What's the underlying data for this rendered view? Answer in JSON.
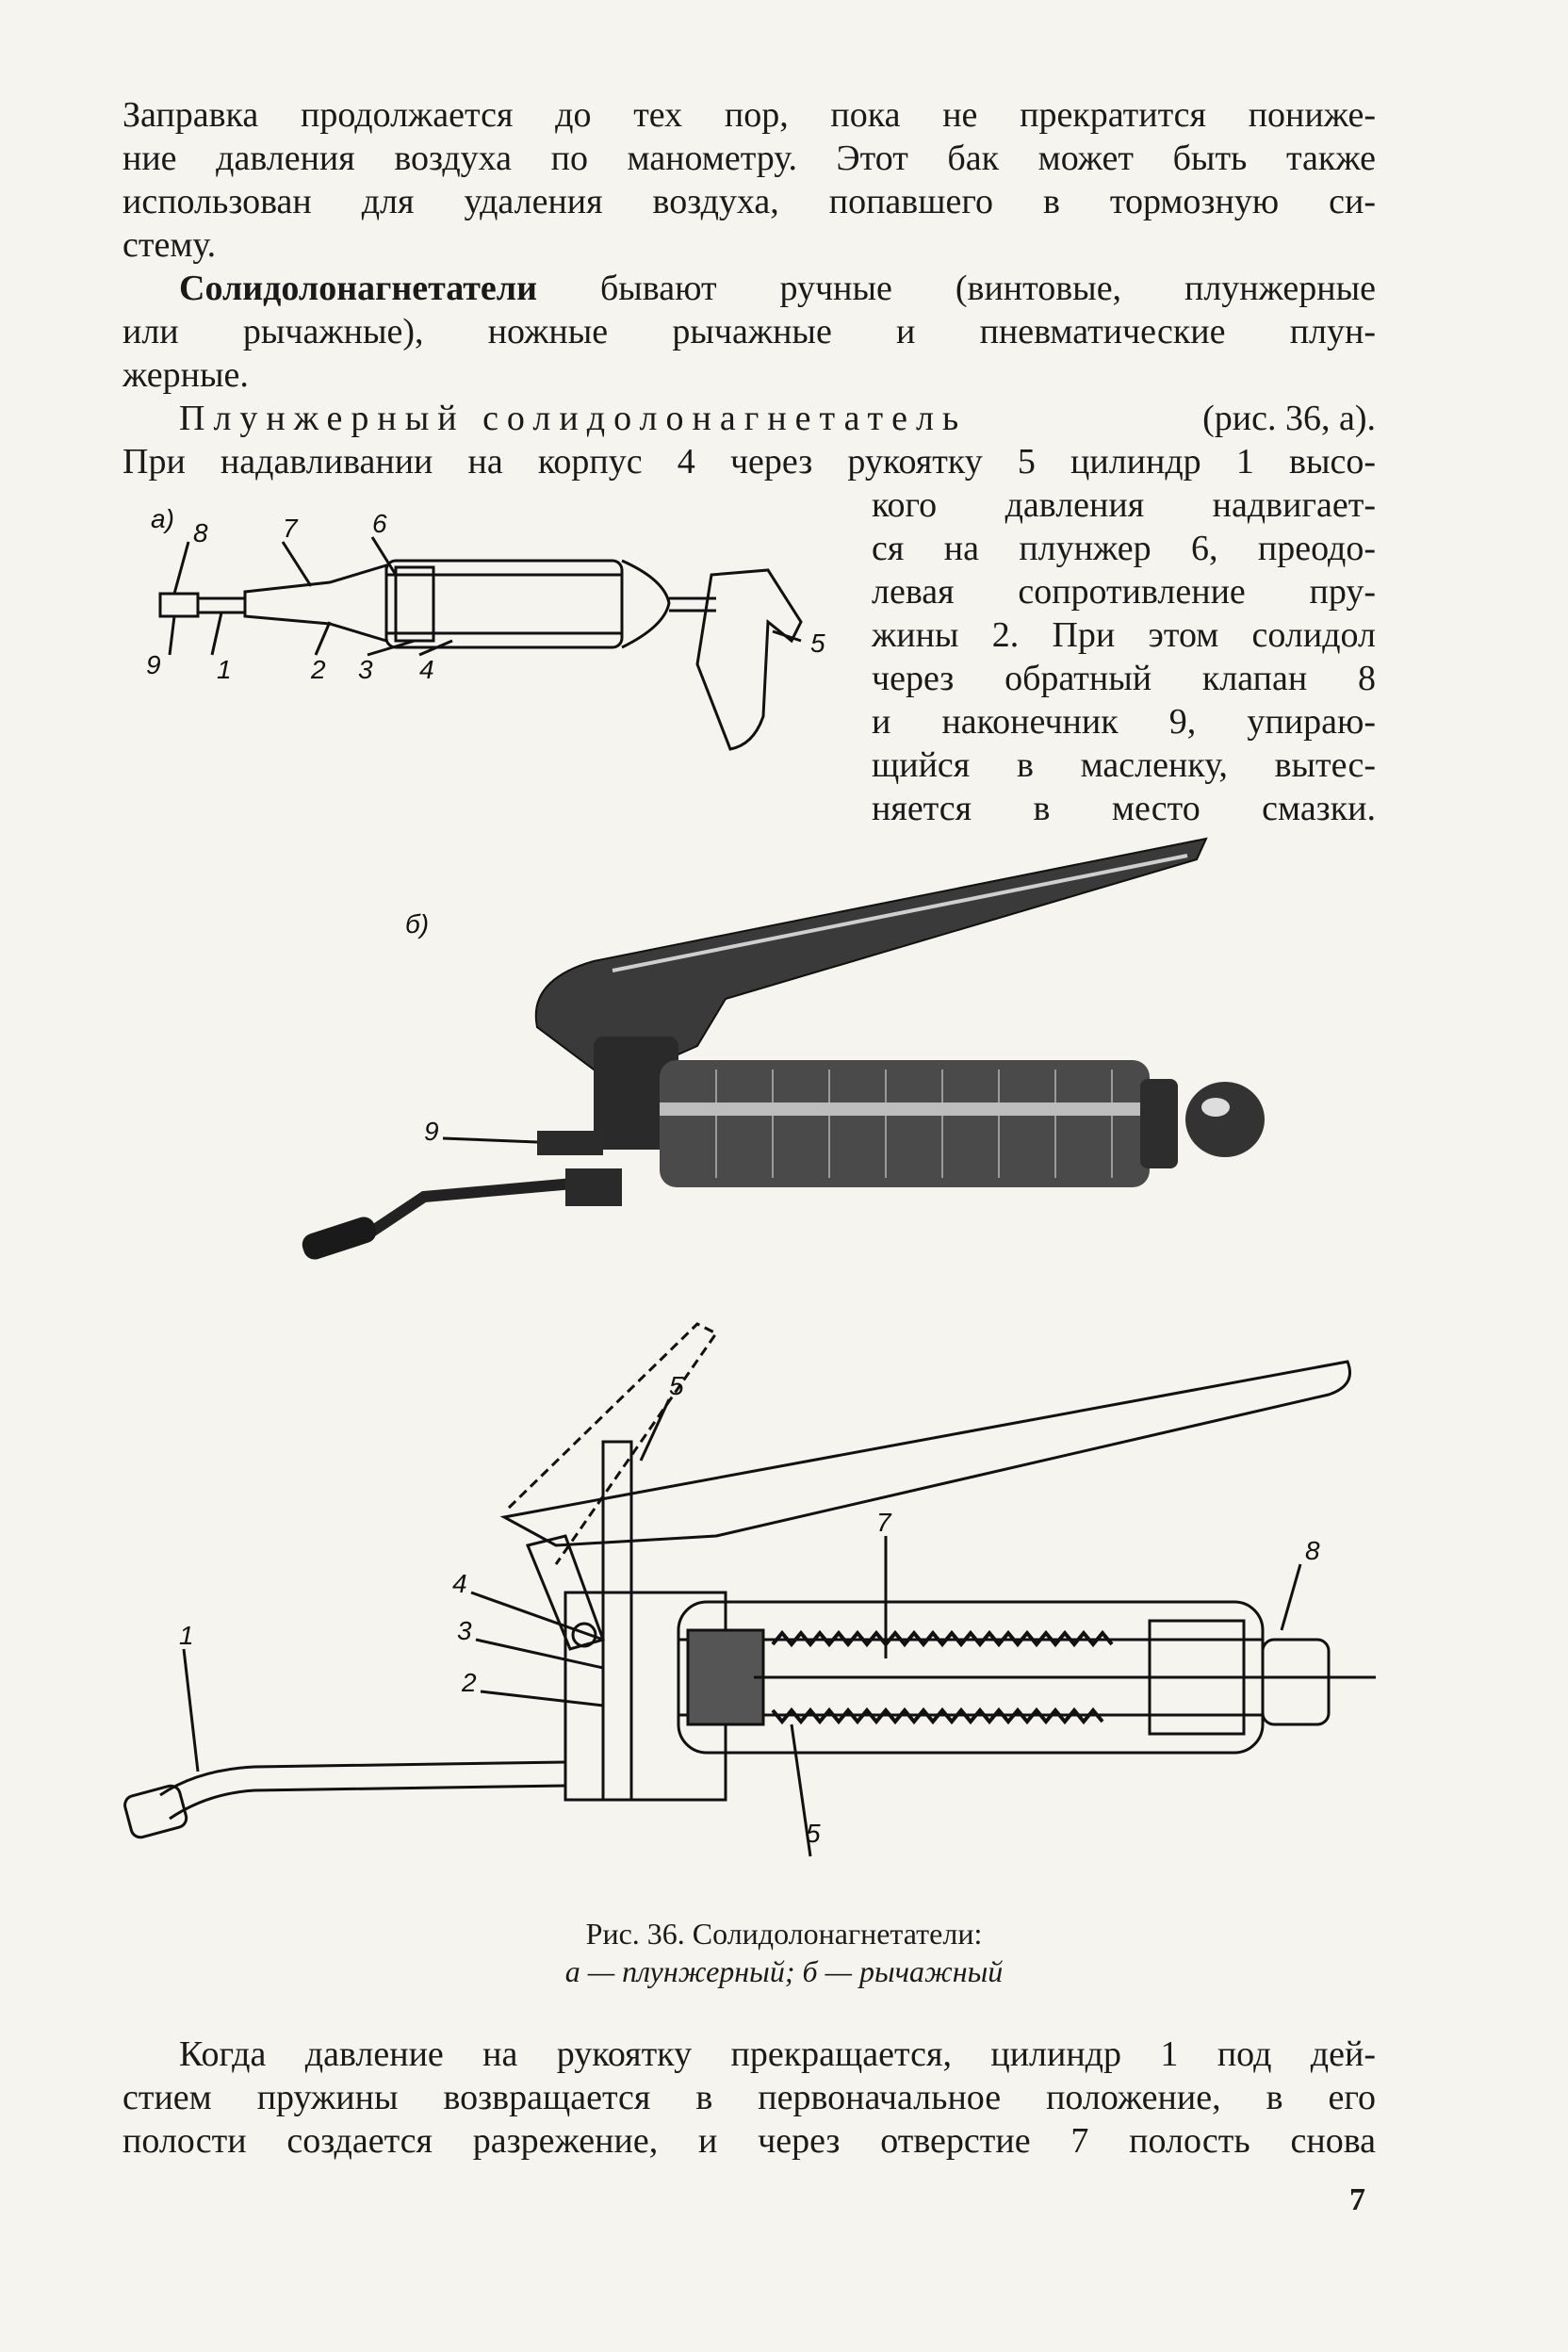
{
  "text": {
    "p1": [
      "Заправка продолжается до тех пор, пока не прекратится пониже-",
      "ние давления воздуха по манометру. Этот бак может быть также",
      "использован для удаления воздуха, попавшего в тормозную си-",
      "стему."
    ],
    "p2_bold": "Солидолонагнетатели",
    "p2": [
      " бывают ручные (винтовые, плунжерные",
      "или рычажные), ножные рычажные и пневматические плун-",
      "жерные."
    ],
    "p3_heading": "Плунжерный солидолонагнетатель",
    "p3_ref": "(рис. 36, а).",
    "p3": [
      "При надавливании на корпус 4 через рукоятку 5 цилиндр 1 высо-",
      "кого давления надвигает-",
      "ся на плунжер 6, преодо-",
      "левая сопротивление пру-",
      "жины 2. При этом солидол",
      "через обратный клапан 8",
      "и наконечник 9, упираю-",
      "щийся в масленку, вытес-",
      "няется в место смазки."
    ],
    "p4": [
      "Когда давление на рукоятку прекращается, цилиндр 1 под дей-",
      "стием пружины возвращается в первоначальное положение, в его",
      "полости создается разрежение, и через отверстие 7 полость снова"
    ]
  },
  "figure": {
    "caption_line1": "Рис. 36. Солидолонагнетатели:",
    "caption_line2": "а — плунжерный; б — рычажный",
    "fig_a": {
      "panel_label": "а)",
      "labels": [
        "8",
        "7",
        "6",
        "9",
        "1",
        "2",
        "3",
        "4",
        "5"
      ]
    },
    "fig_b_photo": {
      "panel_label": "б)",
      "labels": [
        "9"
      ]
    },
    "fig_b_section": {
      "labels": [
        "5",
        "7",
        "8",
        "4",
        "3",
        "2",
        "1",
        "5"
      ]
    }
  },
  "page_number": "7"
}
